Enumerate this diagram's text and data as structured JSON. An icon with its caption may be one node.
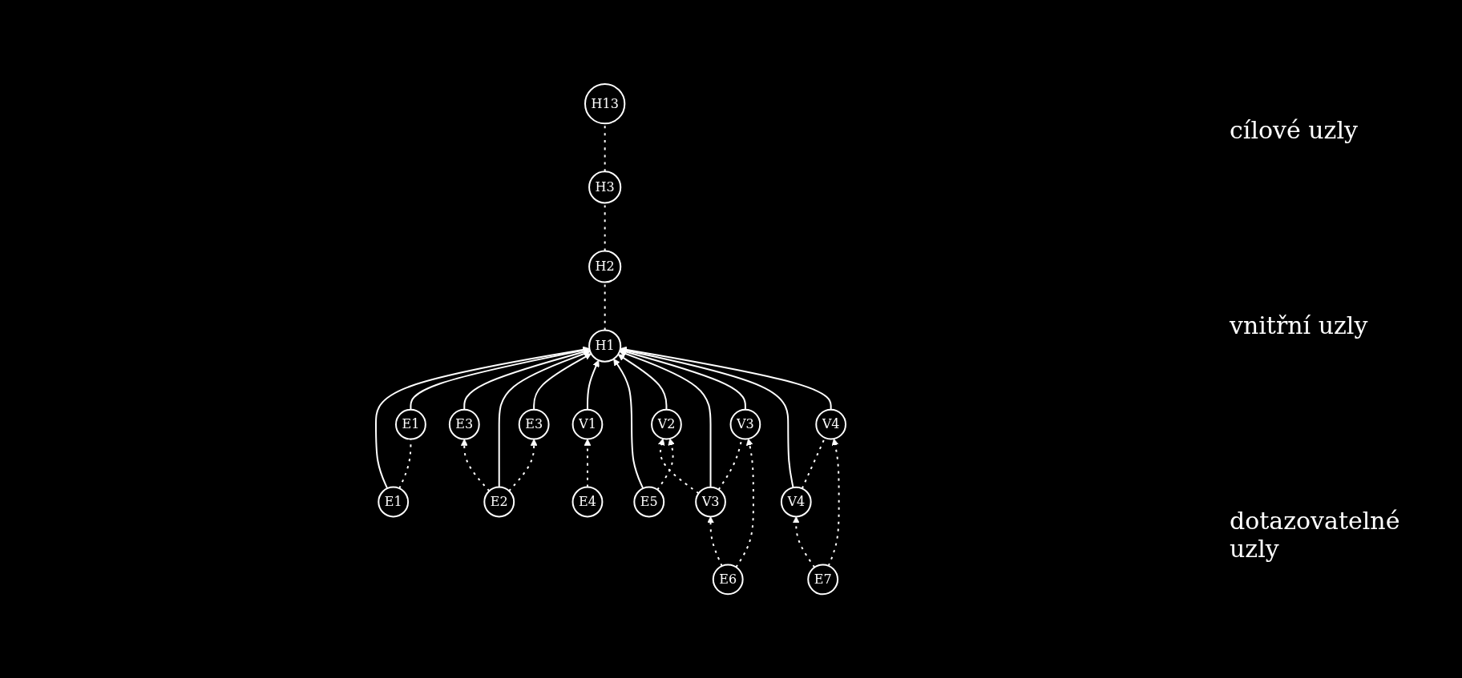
{
  "diagram": {
    "nodes": [
      {
        "text": [
          "H1"
        ]
      },
      {
        "text": [
          "H2"
        ]
      },
      {
        "text": [
          "H3"
        ]
      },
      {
        "text": [
          "H13"
        ]
      },
      {
        "text": [
          "V1"
        ]
      },
      {
        "text": [
          "V2"
        ]
      },
      {
        "text": [
          "V3"
        ]
      },
      {
        "text": [
          "V3"
        ]
      },
      {
        "text": [
          "V4"
        ]
      },
      {
        "text": [
          "V4"
        ]
      },
      {
        "text": [
          "E3"
        ]
      },
      {
        "text": [
          "E3"
        ]
      },
      {
        "text": [
          "E1"
        ]
      },
      {
        "text": [
          "E1"
        ]
      },
      {
        "text": [
          "E2"
        ]
      },
      {
        "text": [
          "E4"
        ]
      },
      {
        "text": [
          "E5"
        ]
      },
      {
        "text": [
          "E6"
        ]
      },
      {
        "text": [
          "E7"
        ]
      }
    ],
    "edges": [
      {
        "from": 0,
        "to": 1,
        "arrow": "none",
        "style": "dashed"
      },
      {
        "from": 1,
        "to": 2,
        "arrow": "none",
        "style": "dashed"
      },
      {
        "from": 2,
        "to": 3,
        "arrow": "none",
        "style": "dashed"
      },
      {
        "from": 12,
        "to": 0,
        "arrow": "to"
      },
      {
        "from": 13,
        "to": 0,
        "arrow": "to"
      },
      {
        "from": 10,
        "to": 0,
        "arrow": "to"
      },
      {
        "from": 14,
        "to": 0,
        "arrow": "to"
      },
      {
        "from": 11,
        "to": 0,
        "arrow": "to"
      },
      {
        "from": 4,
        "to": 0,
        "arrow": "to"
      },
      {
        "from": 16,
        "to": 0,
        "arrow": "to"
      },
      {
        "from": 5,
        "to": 0,
        "arrow": "to"
      },
      {
        "from": 6,
        "to": 0,
        "arrow": "to"
      },
      {
        "from": 7,
        "to": 0,
        "arrow": "to"
      },
      {
        "from": 8,
        "to": 0,
        "arrow": "to"
      },
      {
        "from": 9,
        "to": 0,
        "arrow": "to"
      },
      {
        "from": 6,
        "to": 5,
        "arrow": "to",
        "style": "dashed"
      },
      {
        "from": 6,
        "to": 7,
        "arrow": "none",
        "style": "dashed"
      },
      {
        "from": 8,
        "to": 9,
        "arrow": "none",
        "style": "dashed"
      },
      {
        "from": 14,
        "to": 10,
        "arrow": "to",
        "style": "dashed"
      },
      {
        "from": 14,
        "to": 11,
        "arrow": "to",
        "style": "dashed"
      },
      {
        "from": 15,
        "to": 4,
        "arrow": "to",
        "style": "dashed"
      },
      {
        "from": 16,
        "to": 5,
        "arrow": "to",
        "style": "dashed"
      },
      {
        "from": 17,
        "to": 6,
        "arrow": "to",
        "style": "dashed"
      },
      {
        "from": 17,
        "to": 7,
        "arrow": "to",
        "style": "dashed"
      },
      {
        "from": 18,
        "to": 8,
        "arrow": "to",
        "style": "dashed"
      },
      {
        "from": 18,
        "to": 9,
        "arrow": "to",
        "style": "dashed"
      },
      {
        "from": 12,
        "to": 13,
        "arrow": "none",
        "style": "dashed"
      }
    ],
    "labels": [
      "cílové uzly",
      "vnitřní uzly",
      "dotazovatelné uzly"
    ]
  }
}
